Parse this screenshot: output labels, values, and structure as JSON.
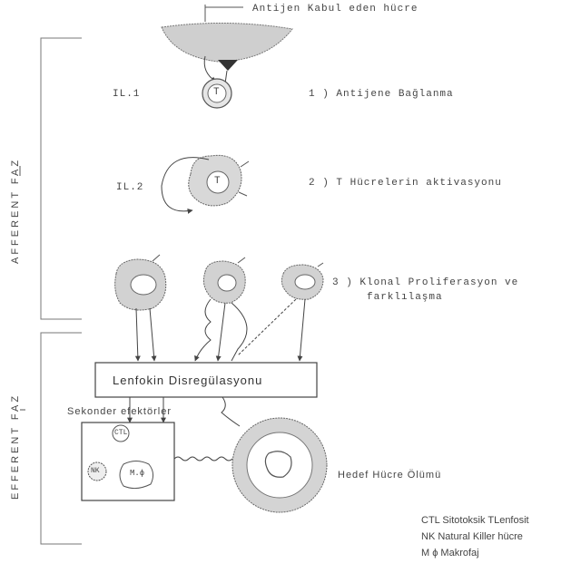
{
  "top_label": "Antijen Kabul eden hücre",
  "il1": "IL.1",
  "il2": "IL.2",
  "step1": "1 )  Antijene  Bağlanma",
  "step2": "2 )  T  Hücrelerin  aktivasyonu",
  "step3_line1": "3 )  Klonal  Proliferasyon  ve",
  "step3_line2": "farklılaşma",
  "t_cell_1": "T",
  "t_cell_2": "T",
  "afferent": "AFFERENT  FAZ",
  "efferent": "EFFERENT  FAZ",
  "lenfokin_box": "Lenfokin  Disregülasyonu",
  "sekonder": "Sekonder  efektörler",
  "ctl_cell": "CTL",
  "nk_cell": "NK",
  "mf_cell": "M.ϕ",
  "hedef": "Hedef Hücre Ölümü",
  "legend": {
    "ctl": "CTL Sitotoksik TLenfosit",
    "nk": "NK Natural Killer hücre",
    "mf": "M ϕ Makrofaj"
  }
}
